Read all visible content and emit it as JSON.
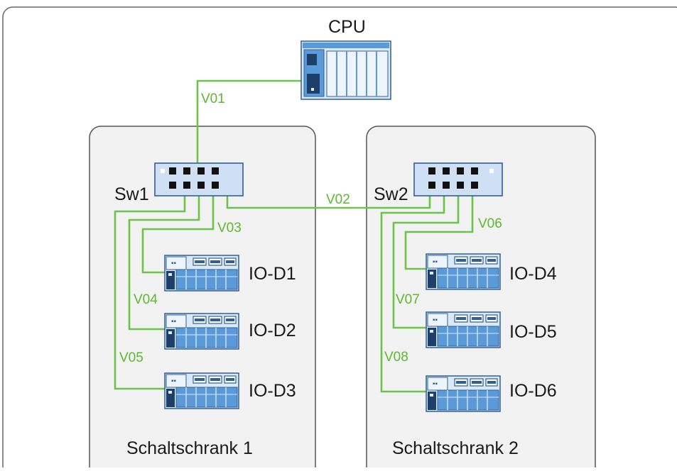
{
  "diagram": {
    "cpu_label": "CPU",
    "cabinets": [
      {
        "label": "Schaltschrank 1"
      },
      {
        "label": "Schaltschrank 2"
      }
    ],
    "switches": [
      {
        "label": "Sw1"
      },
      {
        "label": "Sw2"
      }
    ],
    "devices": [
      {
        "label": "IO-D1"
      },
      {
        "label": "IO-D2"
      },
      {
        "label": "IO-D3"
      },
      {
        "label": "IO-D4"
      },
      {
        "label": "IO-D5"
      },
      {
        "label": "IO-D6"
      }
    ],
    "connections": [
      {
        "label": "V01"
      },
      {
        "label": "V02"
      },
      {
        "label": "V03"
      },
      {
        "label": "V04"
      },
      {
        "label": "V05"
      },
      {
        "label": "V06"
      },
      {
        "label": "V07"
      },
      {
        "label": "V08"
      }
    ]
  },
  "colors": {
    "wire": "#6cc24a",
    "label_green": "#5cb82e",
    "device_blue": "#5a9ad8",
    "device_dark": "#3a6fb0",
    "cabinet_fill": "#f2f2f2",
    "cabinet_border": "#555555"
  }
}
